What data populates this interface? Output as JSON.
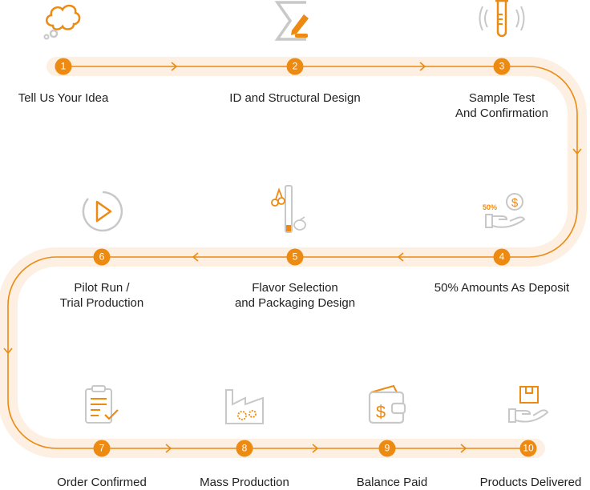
{
  "colors": {
    "accent": "#ec8a12",
    "band": "#fdefe1",
    "icon_gray": "#c8c8c8"
  },
  "steps": [
    {
      "num": "1",
      "label_lines": [
        "Tell Us Your Idea"
      ],
      "icon": "thought-cloud-icon"
    },
    {
      "num": "2",
      "label_lines": [
        "ID and Structural Design"
      ],
      "icon": "sigma-pencil-icon"
    },
    {
      "num": "3",
      "label_lines": [
        "Sample Test",
        "And Confirmation"
      ],
      "icon": "test-tube-icon"
    },
    {
      "num": "4",
      "label_lines": [
        "50% Amounts As Deposit"
      ],
      "icon": "hand-coin-icon",
      "icon_text": "50%"
    },
    {
      "num": "5",
      "label_lines": [
        "Flavor Selection",
        "and Packaging Design"
      ],
      "icon": "vape-fruit-icon"
    },
    {
      "num": "6",
      "label_lines": [
        "Pilot Run /",
        "Trial Production"
      ],
      "icon": "play-icon"
    },
    {
      "num": "7",
      "label_lines": [
        "Order Confirmed"
      ],
      "icon": "clipboard-check-icon"
    },
    {
      "num": "8",
      "label_lines": [
        "Mass Production"
      ],
      "icon": "factory-icon"
    },
    {
      "num": "9",
      "label_lines": [
        "Balance Paid"
      ],
      "icon": "wallet-icon"
    },
    {
      "num": "10",
      "label_lines": [
        "Products Delivered"
      ],
      "icon": "hand-box-icon"
    }
  ]
}
